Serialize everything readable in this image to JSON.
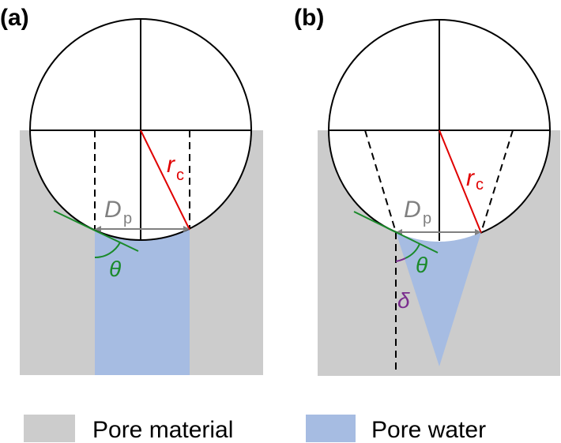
{
  "panels": [
    {
      "tag": "(a)",
      "diameter_label": "D",
      "diameter_sub": "p",
      "radius_label": "r",
      "radius_sub": "c",
      "angle_label": "θ"
    },
    {
      "tag": "(b)",
      "diameter_label": "D",
      "diameter_sub": "p",
      "radius_label": "r",
      "radius_sub": "c",
      "angle_label": "θ",
      "angle2_label": "δ"
    }
  ],
  "legend": [
    {
      "label": "Pore material",
      "color": "#cccccc"
    },
    {
      "label": "Pore water",
      "color": "#a6bce2"
    }
  ],
  "colors": {
    "radius": "#e00000",
    "tangent": "#1a8a2a",
    "diameter": "#808080",
    "delta": "#7a2d8e"
  }
}
